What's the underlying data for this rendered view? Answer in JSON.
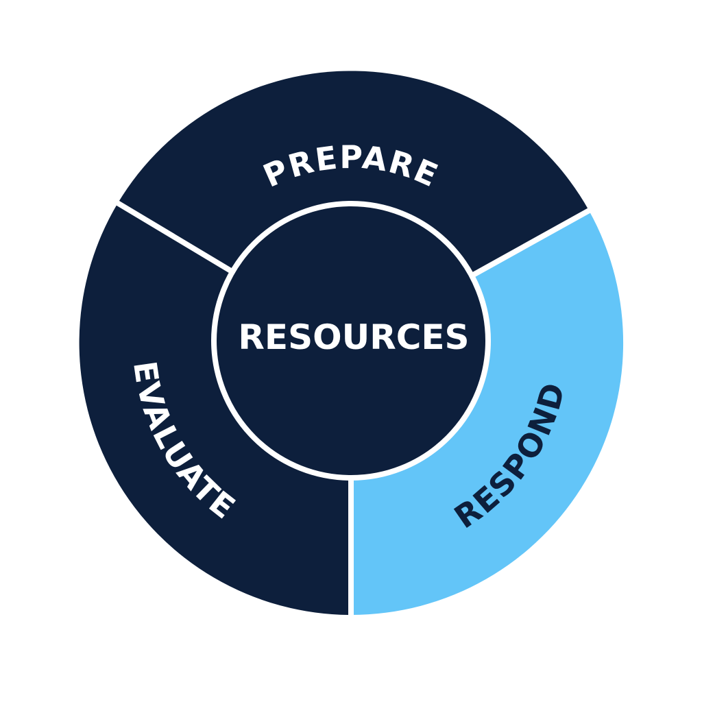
{
  "diagram": {
    "center_label": "RESOURCES",
    "segments": [
      {
        "label": "PREPARE",
        "fill": "#0D1F3C",
        "text_color": "#FFFFFF"
      },
      {
        "label": "RESPOND",
        "fill": "#63C5F8",
        "text_color": "#0D1F3C"
      },
      {
        "label": "EVALUATE",
        "fill": "#0D1F3C",
        "text_color": "#FFFFFF"
      }
    ],
    "center_fill": "#0D1F3C",
    "divider_color": "#FFFFFF"
  }
}
